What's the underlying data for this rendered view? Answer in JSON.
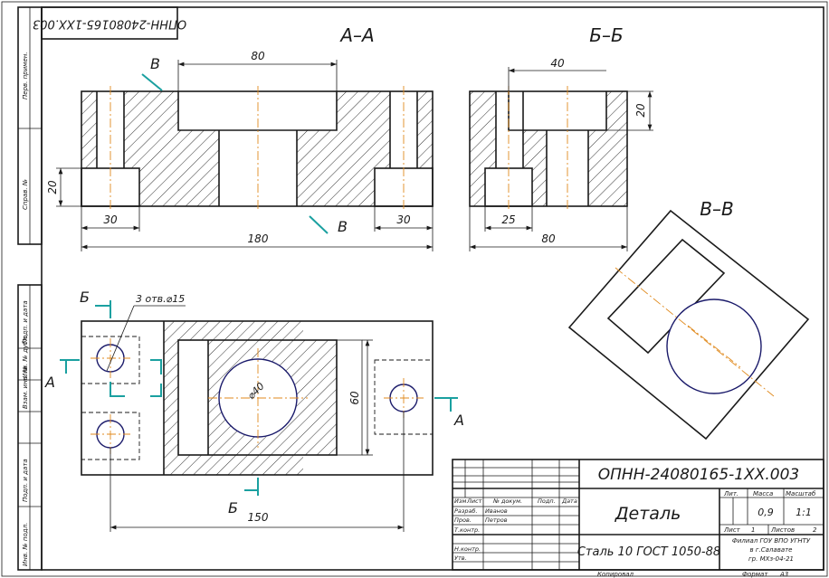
{
  "stamp_code_rotated": "ОПНН-24080165-1ХХ.003",
  "side_strip": [
    "Перв. примен.",
    "Справ. №",
    "Подп. и дата",
    "Инв. № дубл.",
    "Взам. инв. №",
    "Подп. и дата",
    "Инв. № подл."
  ],
  "views": {
    "aa": {
      "title": "А–А",
      "dim_top": "80",
      "dim_height": "20",
      "dim_left": "30",
      "dim_right": "30",
      "dim_total": "180"
    },
    "bb": {
      "title": "Б–Б",
      "dim_top": "40",
      "dim_height": "20",
      "dim_slot": "25",
      "dim_total": "80"
    },
    "vv": {
      "title": "В–В"
    },
    "plan": {
      "hole_note": "3 отв.⌀15",
      "dim_diameter": "⌀40",
      "dim_height": "60",
      "dim_spacing": "150"
    }
  },
  "section_marks": {
    "a": "А",
    "b": "Б",
    "v": "В"
  },
  "title_block": {
    "code": "ОПНН-24080165-1ХХ.003",
    "name": "Деталь",
    "material": "Сталь 10  ГОСТ 1050-88",
    "col_headers": [
      "Изм",
      "Лист",
      "№ докум.",
      "Подп.",
      "Дата"
    ],
    "rows": [
      {
        "role": "Разраб.",
        "person": "Иванов"
      },
      {
        "role": "Пров.",
        "person": "Петров"
      },
      {
        "role": "Т.контр.",
        "person": ""
      },
      {
        "role": "Н.контр.",
        "person": ""
      },
      {
        "role": "Утв.",
        "person": ""
      }
    ],
    "lit_label": "Лит.",
    "mass_label": "Масса",
    "mass": "0,9",
    "scale_label": "Масштаб",
    "scale": "1:1",
    "sheet_label": "Лист",
    "sheet": "1",
    "sheets_label": "Листов",
    "sheets": "2",
    "org": [
      "Филиал ГОУ ВПО УГНТУ",
      "в г.Салавате",
      "гр. МХз-04-21"
    ],
    "copied": "Копировал",
    "format_label": "Формат",
    "format": "А3"
  }
}
